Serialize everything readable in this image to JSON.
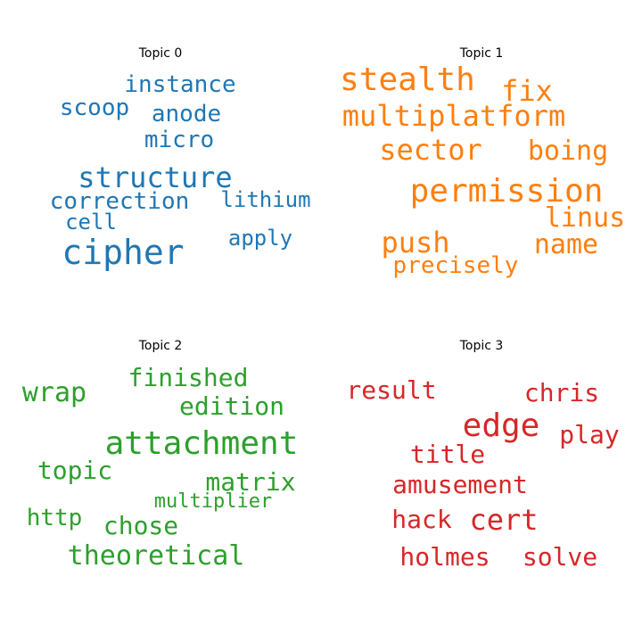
{
  "chart_data": {
    "type": "wordcloud",
    "topics": [
      {
        "title": "Topic 0",
        "color": "#1f77b4",
        "words": [
          "cipher",
          "structure",
          "instance",
          "scoop",
          "anode",
          "micro",
          "correction",
          "lithium",
          "cell",
          "apply"
        ]
      },
      {
        "title": "Topic 1",
        "color": "#ff7f0e",
        "words": [
          "permission",
          "stealth",
          "multiplatform",
          "fix",
          "sector",
          "boing",
          "push",
          "linus",
          "name",
          "precisely"
        ]
      },
      {
        "title": "Topic 2",
        "color": "#2ca02c",
        "words": [
          "attachment",
          "finished",
          "wrap",
          "edition",
          "topic",
          "matrix",
          "multiplier",
          "http",
          "chose",
          "theoretical"
        ]
      },
      {
        "title": "Topic 3",
        "color": "#d62728",
        "words": [
          "edge",
          "result",
          "chris",
          "play",
          "title",
          "amusement",
          "hack",
          "cert",
          "holmes",
          "solve"
        ]
      }
    ]
  }
}
